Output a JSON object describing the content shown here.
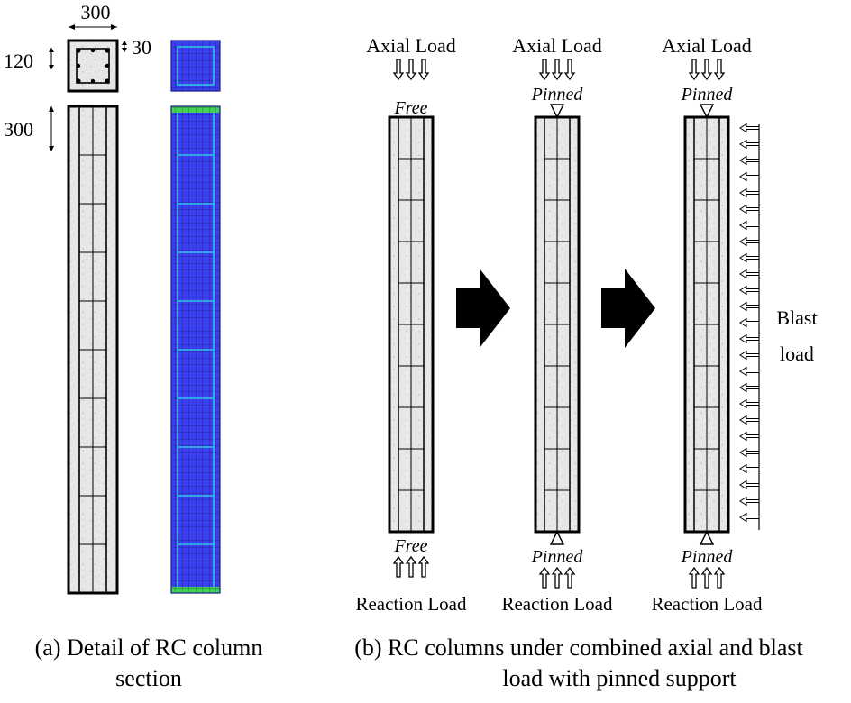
{
  "panel_a": {
    "dim_width": "300",
    "dim_cover": "30",
    "dim_section_height": "120",
    "dim_stirrup_spacing": "300",
    "caption_line1": "(a) Detail of RC column",
    "caption_line2": "section"
  },
  "panel_b": {
    "top_labels": [
      "Axial Load",
      "Axial Load",
      "Axial Load"
    ],
    "top_supports": [
      "Free",
      "Pinned",
      "Pinned"
    ],
    "bottom_supports": [
      "Free",
      "Pinned",
      "Pinned"
    ],
    "bottom_labels": [
      "Reaction Load",
      "Reaction Load",
      "Reaction Load"
    ],
    "blast_label_line1": "Blast",
    "blast_label_line2": "load",
    "caption_line1": "(b) RC columns under combined axial and blast",
    "caption_line2": "load with pinned support"
  },
  "colors": {
    "concrete": "#e6e6e6",
    "mesh_fill": "#3a3ef0",
    "mesh_line": "#1c1c8c",
    "mesh_highlight": "#2fc4e0",
    "mesh_end": "#3fcf4f"
  }
}
